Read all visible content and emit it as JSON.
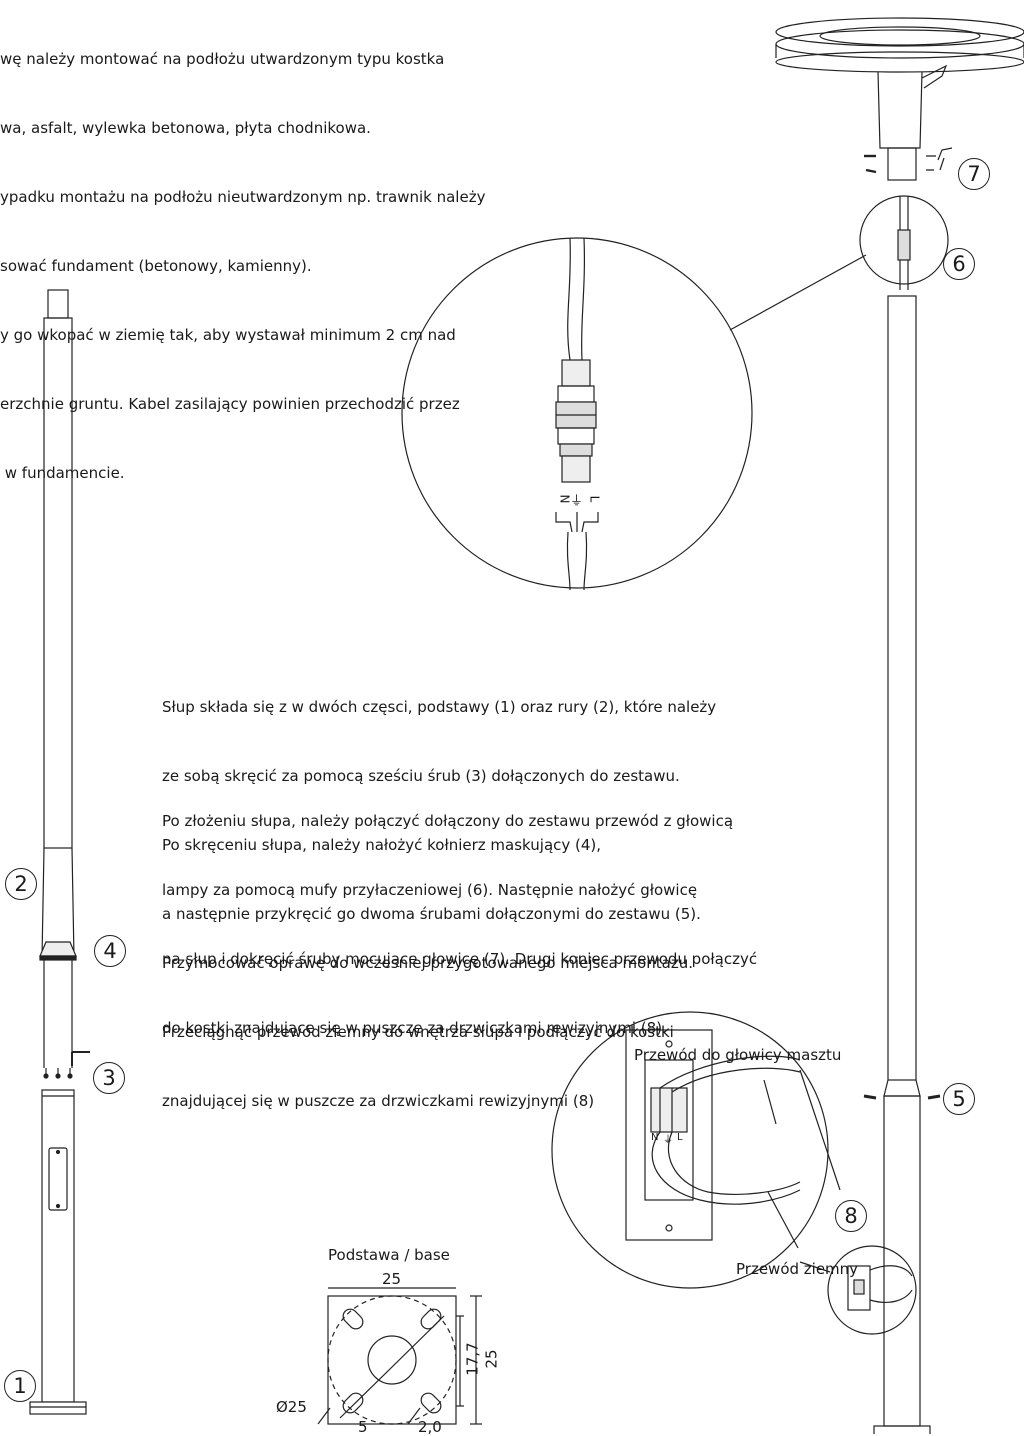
{
  "intro_lines": [
    "wę należy montować na podłożu utwardzonym typu kostka",
    "wa, asfalt, wylewka betonowa, płyta chodnikowa.",
    "ypadku montażu na podłożu nieutwardzonym np. trawnik należy",
    "sować fundament (betonowy, kamienny).",
    "y go wkopać w ziemię tak, aby wystawał minimum 2 cm nad",
    "erzchnie gruntu. Kabel zasilający powinien przechodzić przez",
    " w fundamencie."
  ],
  "instructions": {
    "para1": [
      "Słup składa się z w dwóch częsci, podstawy (1) oraz rury (2), które należy",
      "ze sobą skręcić za pomocą sześciu śrub (3) dołączonych do zestawu.",
      "Po skręceniu słupa, należy nałożyć kołnierz maskujący (4),",
      "a następnie przykręcić go dwoma śrubami dołączonymi do zestawu (5)."
    ],
    "para2": [
      "Po złożeniu słupa, należy połączyć dołączony do zestawu przewód z głowicą",
      "lampy za pomocą mufy przyłaczeniowej (6). Następnie nałożyć głowicę",
      "na słup i dokręcić śruby mocujące głowicę (7). Drugi koniec przewodu połączyć",
      "do kostki znajdujące się w puszcze za drzwiczkami rewizyjnymi (8)."
    ],
    "para3": [
      "Przymocować oprawę do wczesniej przygotowanego miejsca montażu.",
      "Przeciągnąć przewód ziemny do wnętrza słupa i podłączyć do kostki",
      "znajdującej się w puszcze za drzwiczkami rewizyjnymi (8)"
    ]
  },
  "callouts": {
    "n1": "1",
    "n2": "2",
    "n3": "3",
    "n4": "4",
    "n5": "5",
    "n6": "6",
    "n7": "7",
    "n8": "8"
  },
  "labels": {
    "cable_head": "Przewód do głowicy masztu",
    "cable_ground": "Przewód ziemny",
    "base_title": "Podstawa / base"
  },
  "terminal_marks": {
    "n": "N",
    "earth": "⏚",
    "l": "L"
  },
  "base_dimensions": {
    "width": "25",
    "height": "25",
    "hole_spacing": "17,7",
    "bolt_circle": "Ø25",
    "slot_length": "5",
    "slot_width": "2,0"
  }
}
